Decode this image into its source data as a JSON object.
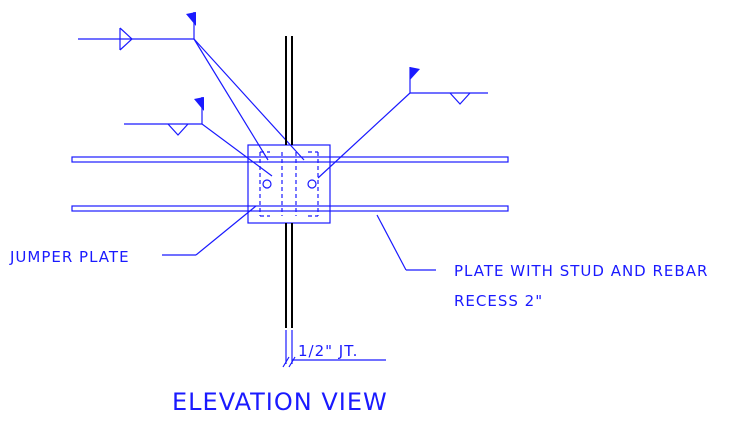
{
  "labels": {
    "jumper_plate": "JUMPER PLATE",
    "plate_with_stud_line1": "PLATE WITH STUD AND REBAR",
    "plate_with_stud_line2": "RECESS 2\"",
    "joint": "1/2\" JT.",
    "view_title": "ELEVATION VIEW"
  },
  "colors": {
    "line": "#1a1aff",
    "joint_line": "#000000",
    "background": "#ffffff"
  }
}
